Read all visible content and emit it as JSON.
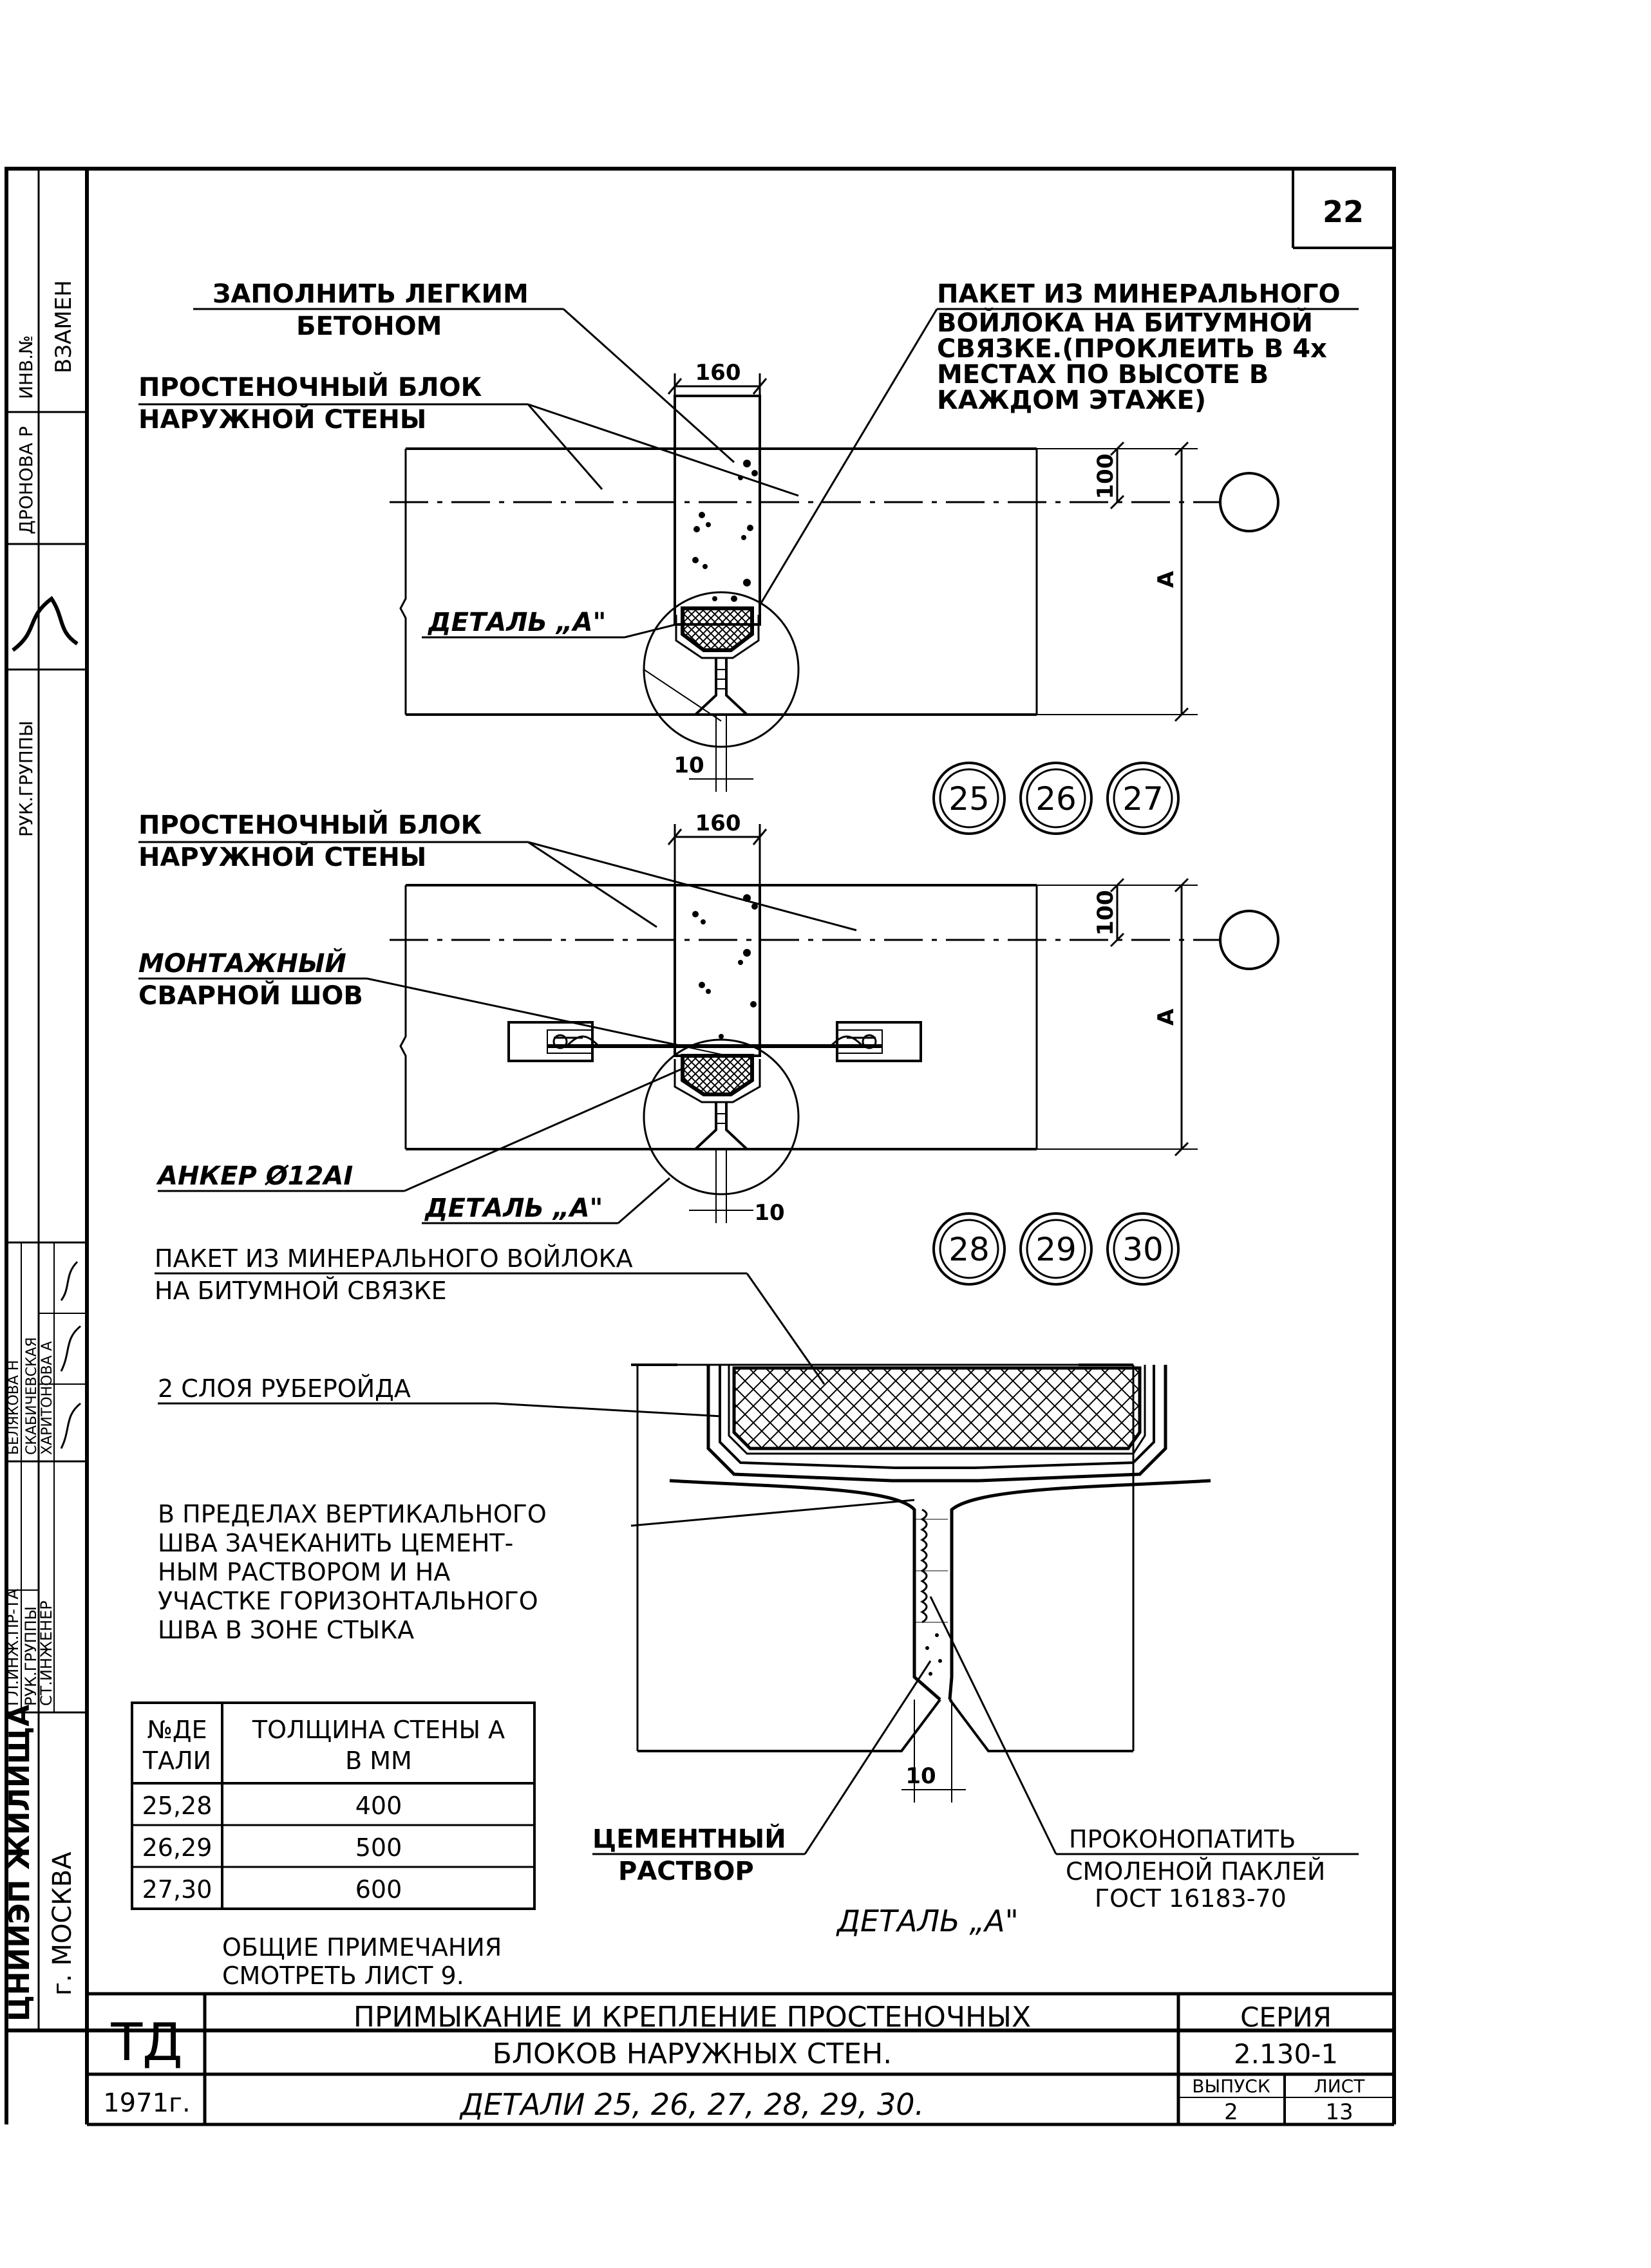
{
  "sheet_no_corner": "22",
  "stamp_side": {
    "vzamen": "ВЗАМЕН",
    "inv": "ИНВ.№",
    "ruk_gruppy": "РУК.ГРУППЫ",
    "dronova": "ДРОНОВА Р",
    "org": "ЦНИИЭП ЖИЛИЩА",
    "city": "г. МОСКВА",
    "gl_inzh": "ГЛ.ИНЖ.ПР-ТА",
    "ruk_gr2": "РУК.ГРУППЫ",
    "st_inzh": "СТ.ИНЖЕНЕР",
    "n1": "БЕЛЯКОВА Н",
    "n2": "СКАБИЧЕВСКАЯ",
    "n3": "ХАРИТОНОВА А"
  },
  "top_detail": {
    "fill_label_1": "ЗАПОЛНИТЬ ЛЕГКИМ",
    "fill_label_2": "БЕТОНОМ",
    "block_label_1": "ПРОСТЕНОЧНЫЙ БЛОК",
    "block_label_2": "НАРУЖНОЙ СТЕНЫ",
    "packet_1": "ПАКЕТ ИЗ МИНЕРАЛЬНОГО",
    "packet_2": "ВОЙЛОКА НА БИТУМНОЙ",
    "packet_3": "СВЯЗКЕ.(ПРОКЛЕИТЬ В 4х",
    "packet_4": "МЕСТАХ ПО ВЫСОТЕ В",
    "packet_5": "КАЖДОМ ЭТАЖЕ)",
    "dim_160": "160",
    "dim_100": "100",
    "dim_a": "А",
    "dim_10": "10",
    "detail_ref": "ДЕТАЛЬ „А\""
  },
  "details_top": [
    "25",
    "26",
    "27"
  ],
  "mid_detail": {
    "block_label_1": "ПРОСТЕНОЧНЫЙ БЛОК",
    "block_label_2": "НАРУЖНОЙ СТЕНЫ",
    "weld_1": "МОНТАЖНЫЙ",
    "weld_2": "СВАРНОЙ ШОВ",
    "anchor": "АНКЕР Ø12АI",
    "detail_ref": "ДЕТАЛЬ „А\"",
    "dim_160": "160",
    "dim_100": "100",
    "dim_a": "А",
    "dim_10": "10"
  },
  "details_mid": [
    "28",
    "29",
    "30"
  ],
  "detail_a": {
    "packet_1": "ПАКЕТ ИЗ МИНЕРАЛЬНОГО ВОЙЛОКА",
    "packet_2": "НА БИТУМНОЙ СВЯЗКЕ",
    "ruberoid": "2 СЛОЯ РУБЕРОЙДА",
    "note_1": "В ПРЕДЕЛАХ ВЕРТИКАЛЬНОГО",
    "note_2": "ШВА ЗАЧЕКАНИТЬ ЦЕМЕНТ-",
    "note_3": "НЫМ РАСТВОРОМ И НА",
    "note_4": "УЧАСТКЕ ГОРИЗОНТАЛЬНОГО",
    "note_5": "ШВА В ЗОНЕ СТЫКА",
    "cement_1": "ЦЕМЕНТНЫЙ",
    "cement_2": "РАСТВОР",
    "caulk_1": "ПРОКОНОПАТИТЬ",
    "caulk_2": "СМОЛЕНОЙ ПАКЛЕЙ",
    "caulk_3": "ГОСТ 16183-70",
    "dim_10": "10",
    "title": "ДЕТАЛЬ „А\""
  },
  "table": {
    "h1_1": "№ДЕ",
    "h1_2": "ТАЛИ",
    "h2_1": "ТОЛЩИНА СТЕНЫ А",
    "h2_2": "В ММ",
    "rows": [
      {
        "detail": "25,28",
        "thick": "400"
      },
      {
        "detail": "26,29",
        "thick": "500"
      },
      {
        "detail": "27,30",
        "thick": "600"
      }
    ]
  },
  "notes": {
    "line1": "ОБЩИЕ ПРИМЕЧАНИЯ",
    "line2": "СМОТРЕТЬ ЛИСТ 9."
  },
  "title_block": {
    "td": "ТД",
    "year": "1971г.",
    "title_1": "ПРИМЫКАНИЕ И КРЕПЛЕНИЕ ПРОСТЕНОЧНЫХ",
    "title_2": "БЛОКОВ НАРУЖНЫХ СТЕН.",
    "subtitle": "ДЕТАЛИ 25, 26, 27, 28, 29, 30.",
    "seria_label": "СЕРИЯ",
    "seria": "2.130-1",
    "vypusk_label": "ВЫПУСК",
    "vypusk": "2",
    "list_label": "ЛИСТ",
    "list": "13"
  }
}
